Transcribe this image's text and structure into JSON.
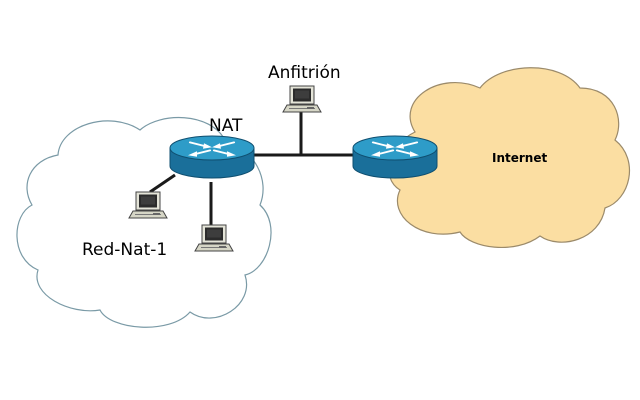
{
  "labels": {
    "host": "Anfitrión",
    "nat": "NAT",
    "subnet": "Red-Nat-1",
    "internet": "Internet"
  },
  "colors": {
    "internet_cloud_fill": "#fbdea2",
    "internet_cloud_stroke": "#9b8a6a",
    "lan_cloud_fill": "#ffffff",
    "lan_cloud_stroke": "#7a9aa6",
    "router_top": "#2e9cc8",
    "router_side": "#1a6f9a",
    "link": "#1a1a1a"
  },
  "icons": [
    "router-icon",
    "computer-icon",
    "cloud-icon"
  ]
}
